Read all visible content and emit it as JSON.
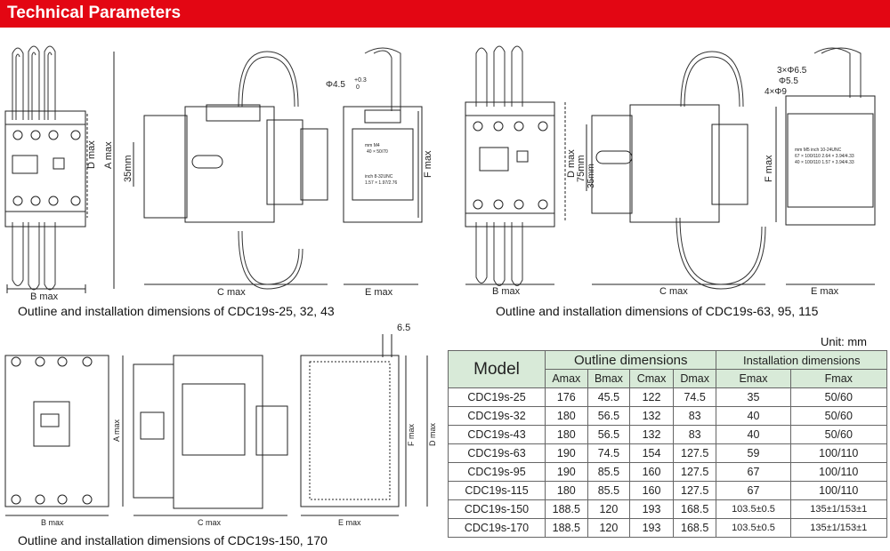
{
  "header": {
    "title": "Technical Parameters"
  },
  "captions": {
    "top_left": "Outline and installation dimensions of CDC19s-25, 32, 43",
    "top_right": "Outline and installation dimensions of CDC19s-63, 95, 115",
    "bottom_left": "Outline and installation dimensions of CDC19s-150, 170"
  },
  "dimension_labels": {
    "b_max": "B max",
    "c_max": "C max",
    "e_max": "E max",
    "a_max": "A max",
    "d_max": "D max",
    "f_max": "F max",
    "h35": "35mm",
    "h75": "75mm",
    "phi45": "Φ4.5",
    "tol": "+0.3",
    "tol0": "0",
    "three_phi65": "3×Φ6.5",
    "phi55": "Φ5.5",
    "four_phi9": "4×Φ9",
    "d65": "6.5",
    "bmax_small": "B max",
    "cmax_small": "C max",
    "emax_small": "E max",
    "amax_small": "A max",
    "fmax_small": "F max",
    "dmax_small": "D max"
  },
  "plate_notes": {
    "m4_a": "mm        M4",
    "m4_b": "40 × 50/70",
    "m4_c": "inch 8-32UNC",
    "m4_d": "1.57 × 1.97/2.76",
    "m5_a": "mm   M5   inch 10-24UNC",
    "m5_b": "67 × 100/110   2.64 × 3.94/4.33",
    "m5_c": "40 × 100/110   1.57 × 3.94/4.33"
  },
  "table": {
    "unit": "Unit: mm",
    "model_header": "Model",
    "outline_header": "Outline dimensions",
    "install_header": "Installation dimensions",
    "columns": [
      "Amax",
      "Bmax",
      "Cmax",
      "Dmax",
      "Emax",
      "Fmax"
    ],
    "rows": [
      {
        "model": "CDC19s-25",
        "a": "176",
        "b": "45.5",
        "c": "122",
        "d": "74.5",
        "e": "35",
        "f": "50/60"
      },
      {
        "model": "CDC19s-32",
        "a": "180",
        "b": "56.5",
        "c": "132",
        "d": "83",
        "e": "40",
        "f": "50/60"
      },
      {
        "model": "CDC19s-43",
        "a": "180",
        "b": "56.5",
        "c": "132",
        "d": "83",
        "e": "40",
        "f": "50/60"
      },
      {
        "model": "CDC19s-63",
        "a": "190",
        "b": "74.5",
        "c": "154",
        "d": "127.5",
        "e": "59",
        "f": "100/110"
      },
      {
        "model": "CDC19s-95",
        "a": "190",
        "b": "85.5",
        "c": "160",
        "d": "127.5",
        "e": "67",
        "f": "100/110"
      },
      {
        "model": "CDC19s-115",
        "a": "180",
        "b": "85.5",
        "c": "160",
        "d": "127.5",
        "e": "67",
        "f": "100/110"
      },
      {
        "model": "CDC19s-150",
        "a": "188.5",
        "b": "120",
        "c": "193",
        "d": "168.5",
        "e": "103.5±0.5",
        "f": "135±1/153±1"
      },
      {
        "model": "CDC19s-170",
        "a": "188.5",
        "b": "120",
        "c": "193",
        "d": "168.5",
        "e": "103.5±0.5",
        "f": "135±1/153±1"
      }
    ]
  }
}
